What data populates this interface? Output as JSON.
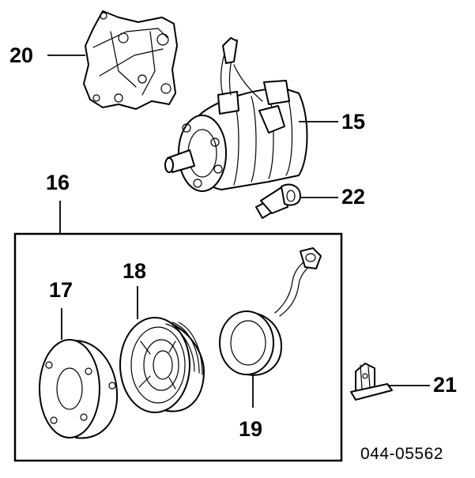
{
  "callouts": {
    "p15": "15",
    "p16": "16",
    "p17": "17",
    "p18": "18",
    "p19": "19",
    "p20": "20",
    "p21": "21",
    "p22": "22"
  },
  "drawing_code": "044-05562",
  "icons": {
    "bracket": "compressor-bracket-icon",
    "compressor": "ac-compressor-icon",
    "clamp": "wire-clamp-icon",
    "hub": "clutch-hub-icon",
    "pulley": "pulley-icon",
    "coil": "field-coil-icon",
    "harness_clip": "harness-clip-icon"
  }
}
